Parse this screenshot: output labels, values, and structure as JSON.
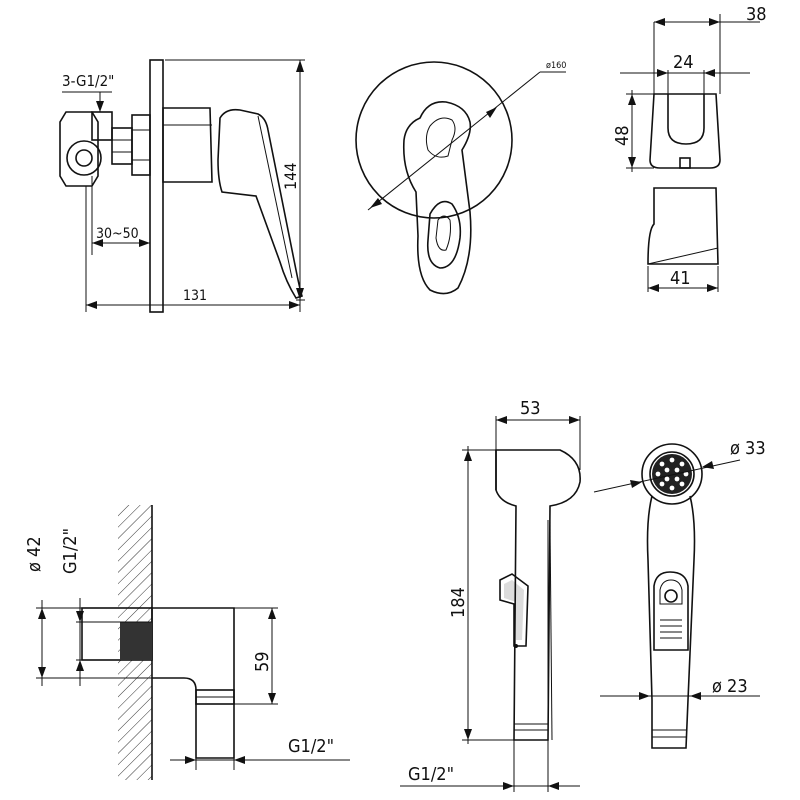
{
  "diagram": {
    "mixer_side": {
      "thread_label": "3-G1/2\"",
      "depth_label": "30~50",
      "length_label": "131",
      "height_label": "144"
    },
    "mixer_front": {
      "diameter_label": "ø160"
    },
    "holder": {
      "width_outer_label": "38",
      "width_inner_label": "24",
      "height_label": "48",
      "depth_label": "41"
    },
    "wall_connector": {
      "diameter_label": "ø 42",
      "thread_label": "G1/2\"",
      "height_label": "59",
      "outlet_thread_label": "G1/2\""
    },
    "hand_shower": {
      "width_label": "53",
      "length_label": "184",
      "thread_label": "G1/2\"",
      "head_diameter_label": "ø 33",
      "handle_diameter_label": "ø 23"
    }
  }
}
